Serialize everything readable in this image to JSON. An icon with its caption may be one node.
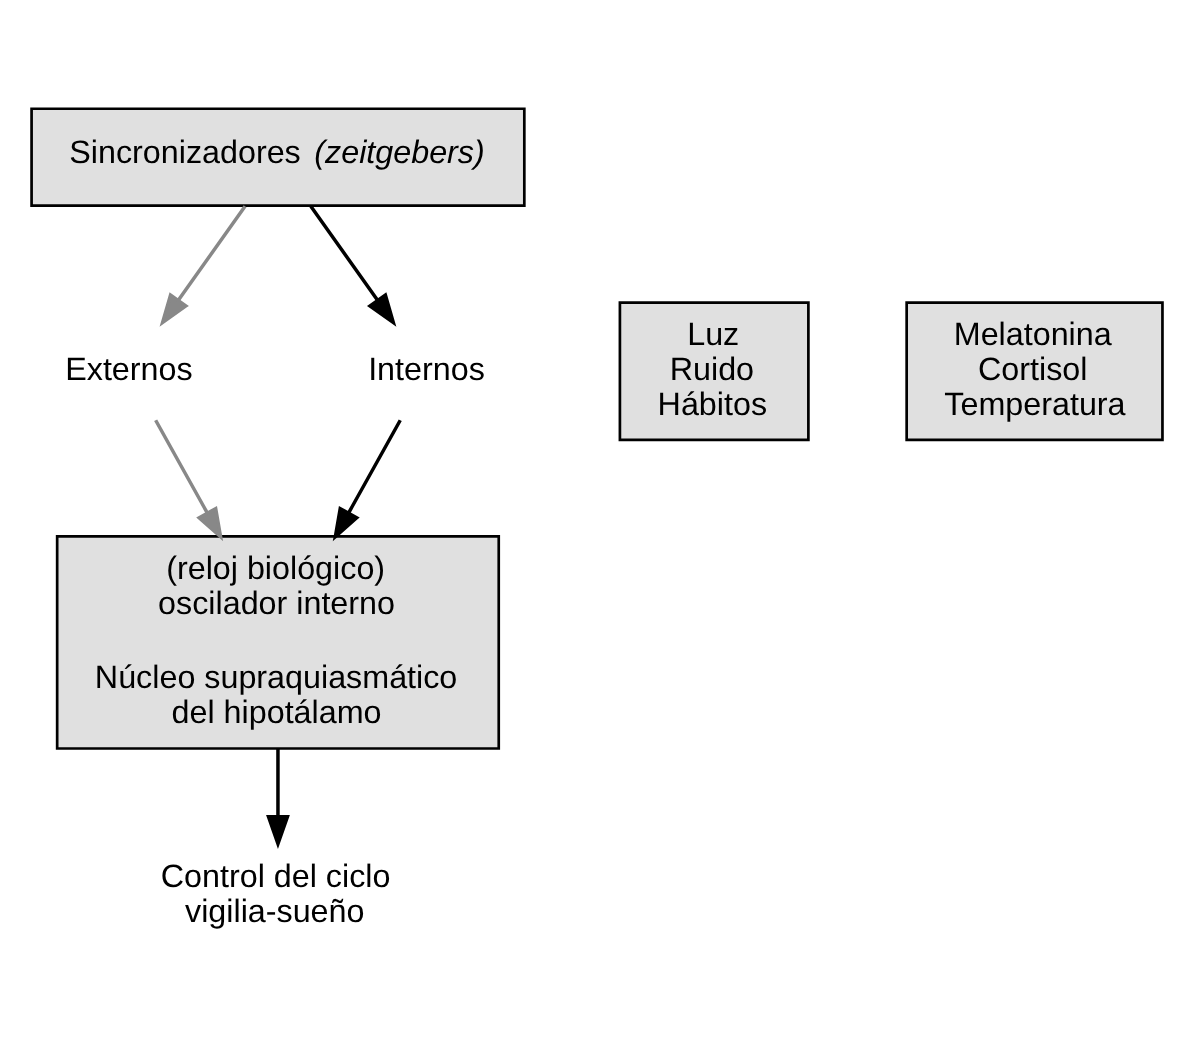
{
  "diagram": {
    "nodes": [
      {
        "text": [
          "Sincronizadores *(zeitgebers)*"
        ]
      },
      {
        "text": [
          "Luz Ruido Hábitos"
        ]
      },
      {
        "text": [
          "Externos"
        ]
      },
      {
        "text": [
          "Internos"
        ]
      },
      {
        "text": [
          "Melatonina Cortisol Temperatura"
        ]
      },
      {
        "text": [
          "(reloj biológico) oscilador interno",
          "Núcleo supraquiasmático del hipotálamo"
        ]
      },
      {
        "text": [
          "Control del ciclo vigilia-sueño"
        ]
      }
    ],
    "edges": [
      {
        "from": 0,
        "to": 2,
        "arrow": "to",
        "color": "#888888"
      },
      {
        "from": 0,
        "to": 3,
        "arrow": "to"
      },
      {
        "from": 2,
        "to": 5,
        "arrow": "to",
        "color": "#888888"
      },
      {
        "from": 3,
        "to": 5,
        "arrow": "to"
      },
      {
        "from": 5,
        "to": 6,
        "arrow": "to"
      }
    ]
  }
}
